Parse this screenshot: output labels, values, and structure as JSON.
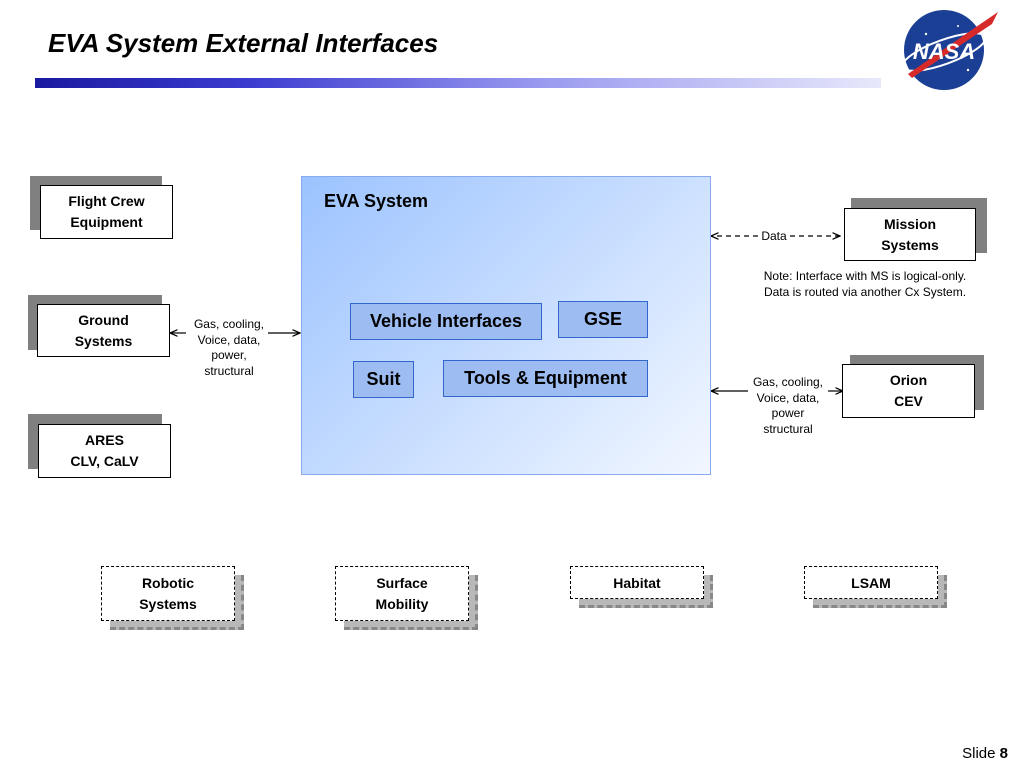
{
  "title": "EVA System External Interfaces",
  "logo": {
    "text": "NASA"
  },
  "eva_system": {
    "label": "EVA System",
    "subsystems": {
      "vehicle_interfaces": "Vehicle Interfaces",
      "gse": "GSE",
      "suit": "Suit",
      "tools_equipment": "Tools & Equipment"
    }
  },
  "left_boxes": {
    "flight_crew": {
      "line1": "Flight Crew",
      "line2": "Equipment"
    },
    "ground_systems": {
      "line1": "Ground",
      "line2": "Systems"
    },
    "ares": {
      "line1": "ARES",
      "line2": "CLV, CaLV"
    }
  },
  "right_boxes": {
    "mission_systems": {
      "line1": "Mission",
      "line2": "Systems"
    },
    "orion": {
      "line1": "Orion",
      "line2": "CEV"
    }
  },
  "bottom_boxes": {
    "robotic": {
      "line1": "Robotic",
      "line2": "Systems"
    },
    "surface": {
      "line1": "Surface",
      "line2": "Mobility"
    },
    "habitat": {
      "line1": "Habitat"
    },
    "lsam": {
      "line1": "LSAM"
    }
  },
  "interfaces": {
    "ground_label": [
      "Gas, cooling,",
      "Voice, data,",
      "power,",
      "structural"
    ],
    "data_label": "Data",
    "ms_note": [
      "Note:  Interface with MS is logical-only.",
      "Data is routed via another Cx System."
    ],
    "orion_label": [
      "Gas, cooling,",
      "Voice, data,",
      "power",
      "structural"
    ]
  },
  "footer": {
    "slide_label": "Slide",
    "slide_number": "8"
  }
}
